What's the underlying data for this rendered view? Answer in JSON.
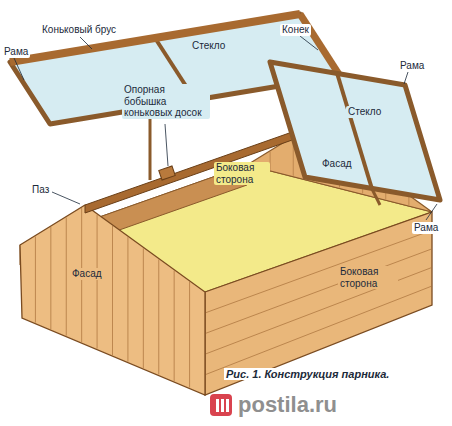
{
  "diagram": {
    "caption": "Рис. 1. Конструкция парника.",
    "labels": [
      "Коньковый брус",
      "Конек",
      "Рама",
      "Стекло",
      "Опорная бобышка коньковых досок",
      "Рама",
      "Стекло",
      "Паз",
      "Боковая сторона",
      "Фасад",
      "Рама",
      "Фасад",
      "Боковая сторона",
      "postila.ru"
    ]
  }
}
